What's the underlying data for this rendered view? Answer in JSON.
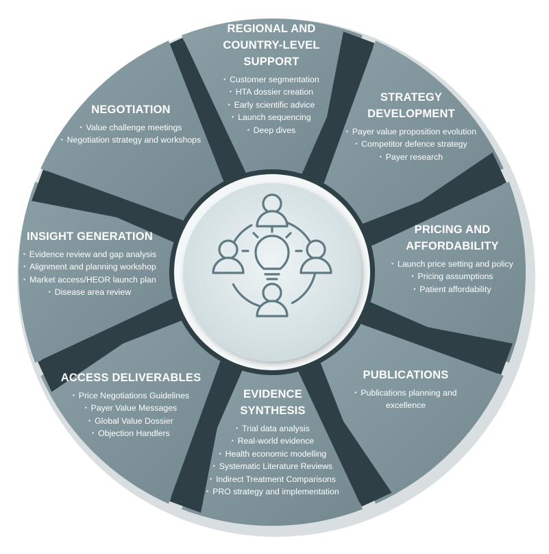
{
  "colors": {
    "segment": "#7f959c",
    "segment_light": "#93a7ad",
    "gap_dark": "#2f3f46",
    "hub": "#e3ebec",
    "hub_ring": "#ffffff",
    "icon": "#5f7a83",
    "text": "#ffffff"
  },
  "hub": {
    "icon": "people-idea-icon"
  },
  "segments": [
    {
      "id": "regional",
      "title_lines": [
        "REGIONAL AND",
        "COUNTRY-LEVEL",
        "SUPPORT"
      ],
      "items": [
        "Customer segmentation",
        "HTA dossier creation",
        "Early scientific advice",
        "Launch sequencing",
        "Deep dives"
      ]
    },
    {
      "id": "strategy",
      "title_lines": [
        "STRATEGY",
        "DEVELOPMENT"
      ],
      "items": [
        "Payer value proposition evolution",
        "Competitor defence strategy",
        "Payer research"
      ]
    },
    {
      "id": "pricing",
      "title_lines": [
        "PRICING AND",
        "AFFORDABILITY"
      ],
      "items": [
        "Launch price setting and policy",
        "Pricing assumptions",
        "Patient affordability"
      ]
    },
    {
      "id": "publications",
      "title_lines": [
        "PUBLICATIONS"
      ],
      "items": [
        "Publications planning and excellence"
      ]
    },
    {
      "id": "evidence",
      "title_lines": [
        "EVIDENCE",
        "SYNTHESIS"
      ],
      "items": [
        "Trial data analysis",
        "Real-world evidence",
        "Health economic modelling",
        "Systematic Literature Reviews",
        "Indirect Treatment Comparisons",
        "PRO strategy and implementation"
      ]
    },
    {
      "id": "access",
      "title_lines": [
        "ACCESS DELIVERABLES"
      ],
      "items": [
        "Price Negotiations Guidelines",
        "Payer Value Messages",
        "Global Value Dossier",
        "Objection Handlers"
      ]
    },
    {
      "id": "insight",
      "title_lines": [
        "INSIGHT GENERATION"
      ],
      "items": [
        "Evidence review and gap analysis",
        "Alignment and planning workshop",
        "Market access/HEOR launch plan",
        "Disease area review"
      ]
    },
    {
      "id": "negotiation",
      "title_lines": [
        "NEGOTIATION"
      ],
      "items": [
        "Value challenge meetings",
        "Negotiation strategy and workshops"
      ]
    }
  ]
}
